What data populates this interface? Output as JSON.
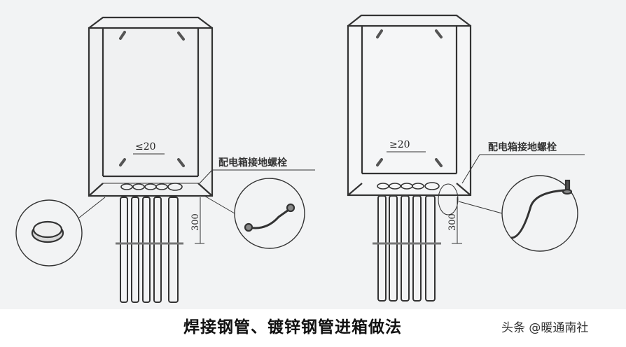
{
  "caption": "焊接钢管、镀锌钢管进箱做法",
  "watermark": "头条 @暖通南社",
  "diagrams": [
    {
      "id": "left",
      "gap_label": "≤20",
      "callout_label": "配电箱接地螺栓",
      "dimension_label": "300",
      "detail_left": "lock-nut-detail",
      "detail_right": "ground-jumper-detail"
    },
    {
      "id": "right",
      "gap_label": "≥20",
      "callout_label": "配电箱接地螺栓",
      "dimension_label": "300",
      "detail_right": "ground-wire-detail"
    }
  ]
}
